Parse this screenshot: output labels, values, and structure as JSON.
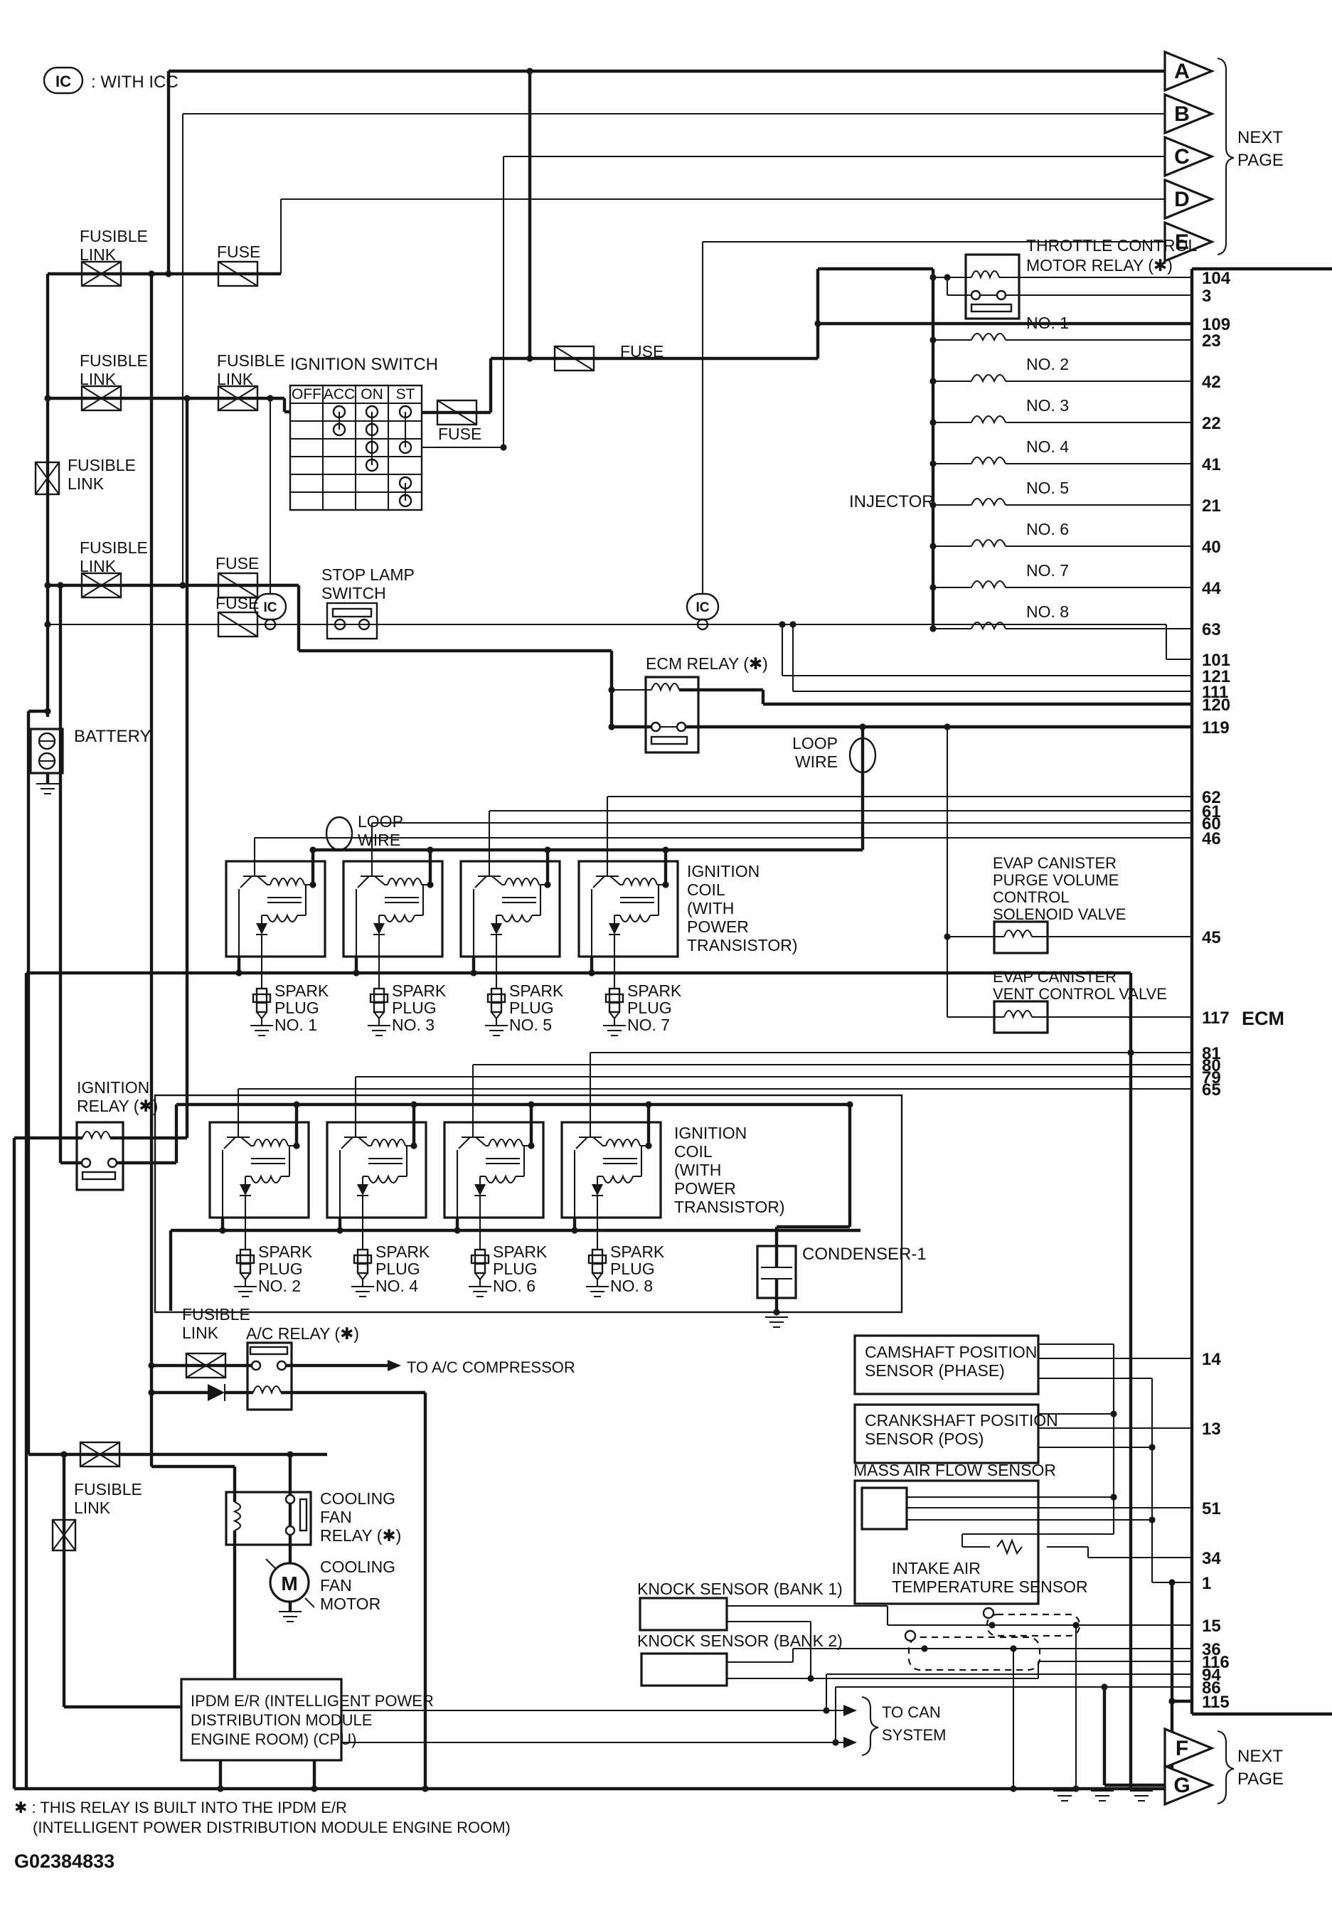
{
  "legend": {
    "ic": "IC",
    "with_icc": ": WITH ICC"
  },
  "next_page": {
    "top_arrows": [
      "A",
      "B",
      "C",
      "D",
      "E"
    ],
    "bottom_arrows": [
      "F",
      "G"
    ],
    "line1": "NEXT",
    "line2": "PAGE"
  },
  "ecm": {
    "label": "ECM",
    "pins": [
      "104",
      "3",
      "109",
      "23",
      "42",
      "22",
      "41",
      "21",
      "40",
      "44",
      "63",
      "101",
      "121",
      "111",
      "120",
      "119",
      "62",
      "61",
      "60",
      "46",
      "45",
      "117",
      "81",
      "80",
      "79",
      "65",
      "14",
      "13",
      "51",
      "34",
      "1",
      "15",
      "36",
      "116",
      "94",
      "86",
      "115"
    ]
  },
  "power": {
    "fusible_link_l1": "FUSIBLE",
    "fusible_link_l2": "LINK",
    "fuse": "FUSE",
    "battery": "BATTERY"
  },
  "ignition_switch": {
    "title": "IGNITION SWITCH",
    "columns": [
      "OFF",
      "ACC",
      "ON",
      "ST"
    ]
  },
  "stop_lamp_switch": {
    "l1": "STOP LAMP",
    "l2": "SWITCH"
  },
  "relays": {
    "throttle_l1": "THROTTLE CONTROL",
    "throttle_l2": "MOTOR RELAY (✱)",
    "ecm_relay": "ECM RELAY (✱)",
    "ignition_l1": "IGNITION",
    "ignition_l2": "RELAY (✱)",
    "ac_relay": "A/C RELAY (✱)",
    "cooling_l1": "COOLING",
    "cooling_l2": "FAN",
    "cooling_l3": "RELAY (✱)"
  },
  "injector": {
    "label": "INJECTOR",
    "numbers": [
      "NO. 1",
      "NO. 2",
      "NO. 3",
      "NO. 4",
      "NO. 5",
      "NO. 6",
      "NO. 7",
      "NO. 8"
    ]
  },
  "loop_wire": {
    "l1": "LOOP",
    "l2": "WIRE"
  },
  "ignition_coil": {
    "lines": [
      "IGNITION",
      "COIL",
      "(WITH",
      "POWER",
      "TRANSISTOR)"
    ]
  },
  "spark_plug": {
    "l1": "SPARK",
    "l2": "PLUG",
    "bank1": [
      "NO. 1",
      "NO. 3",
      "NO. 5",
      "NO. 7"
    ],
    "bank2": [
      "NO. 2",
      "NO. 4",
      "NO. 6",
      "NO. 8"
    ]
  },
  "condenser": "CONDENSER-1",
  "evap": {
    "purge": [
      "EVAP CANISTER",
      "PURGE VOLUME",
      "CONTROL",
      "SOLENOID VALVE"
    ],
    "vent": [
      "EVAP CANISTER",
      "VENT CONTROL VALVE"
    ]
  },
  "sensors": {
    "cam_l1": "CAMSHAFT POSITION",
    "cam_l2": "SENSOR (PHASE)",
    "crank_l1": "CRANKSHAFT POSITION",
    "crank_l2": "SENSOR (POS)",
    "maf": "MASS AIR FLOW SENSOR",
    "iat_l1": "INTAKE AIR",
    "iat_l2": "TEMPERATURE SENSOR",
    "knock1": "KNOCK SENSOR (BANK 1)",
    "knock2": "KNOCK SENSOR (BANK 2)"
  },
  "misc": {
    "to_ac_compressor": "TO A/C COMPRESSOR",
    "motor": "M",
    "cooling_motor_l1": "COOLING",
    "cooling_motor_l2": "FAN",
    "cooling_motor_l3": "MOTOR",
    "to_can_l1": "TO CAN",
    "to_can_l2": "SYSTEM"
  },
  "ipdm": {
    "lines": [
      "IPDM E/R (INTELLIGENT POWER",
      "DISTRIBUTION MODULE",
      "ENGINE ROOM) (CPU)"
    ]
  },
  "footer": {
    "note_l1": "✱  : THIS RELAY IS BUILT INTO THE IPDM E/R",
    "note_l2": "(INTELLIGENT POWER DISTRIBUTION MODULE ENGINE ROOM)",
    "code": "G02384833"
  },
  "colors": {
    "line": "#161616",
    "bg": "#ffffff"
  }
}
